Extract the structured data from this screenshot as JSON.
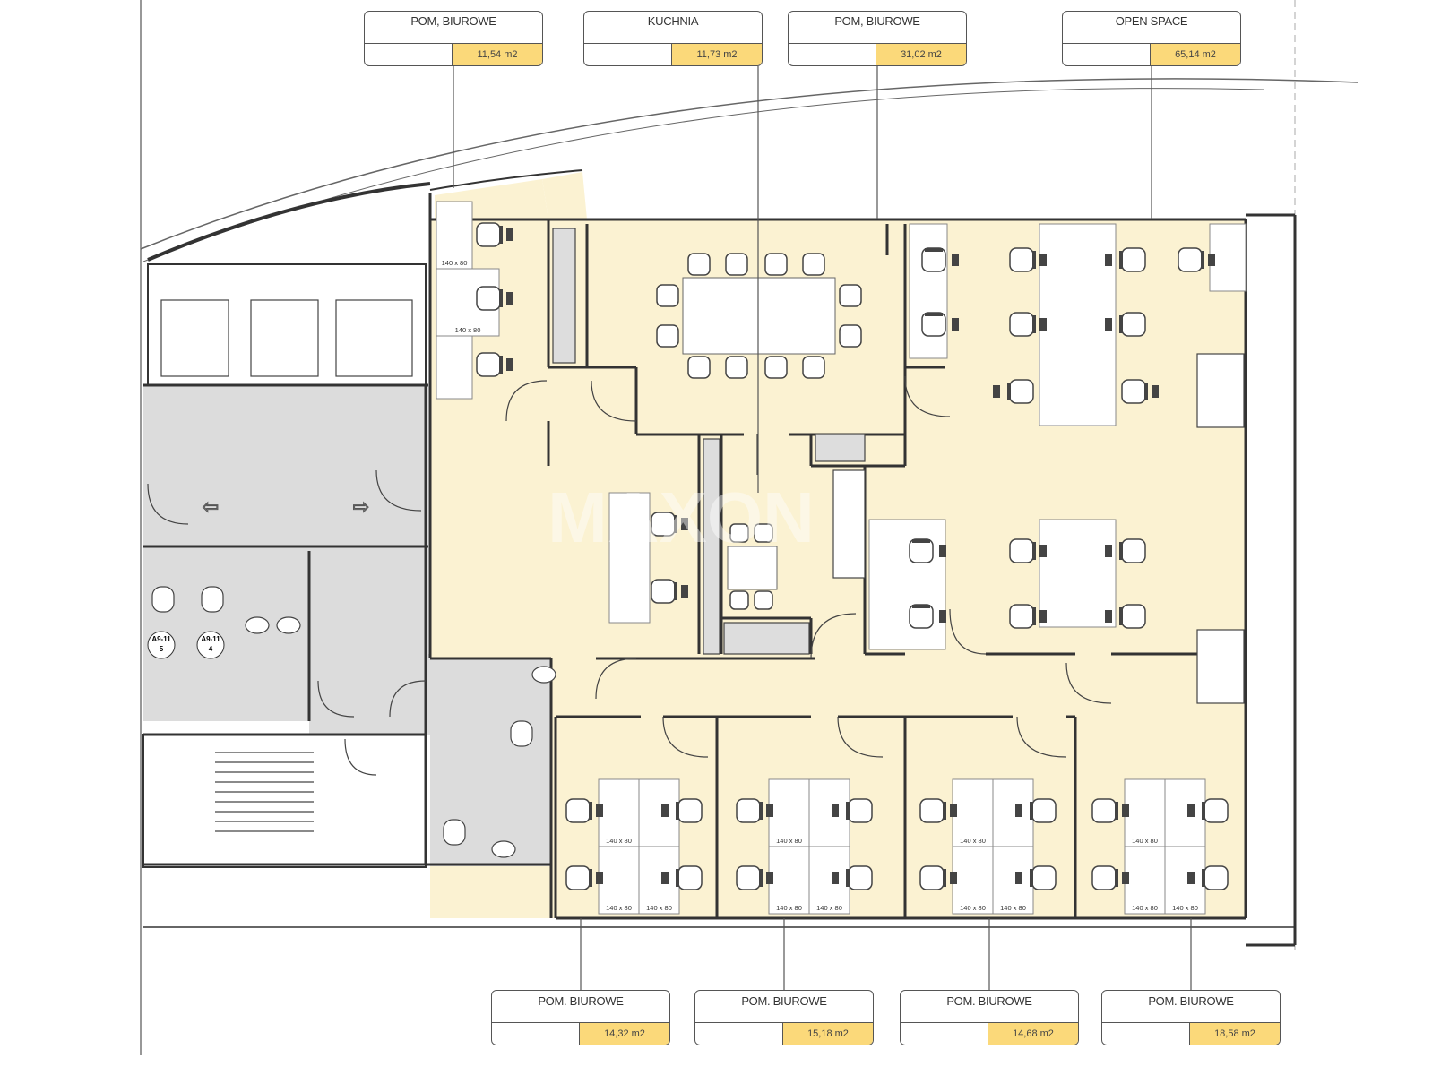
{
  "top_labels": [
    {
      "name": "POM, BIUROWE",
      "area": "11,54 m2"
    },
    {
      "name": "KUCHNIA",
      "area": "11,73 m2"
    },
    {
      "name": "POM, BIUROWE",
      "area": "31,02 m2"
    },
    {
      "name": "OPEN SPACE",
      "area": "65,14 m2"
    }
  ],
  "bottom_labels": [
    {
      "name": "POM. BIUROWE",
      "area": "14,32 m2"
    },
    {
      "name": "POM. BIUROWE",
      "area": "15,18 m2"
    },
    {
      "name": "POM. BIUROWE",
      "area": "14,68 m2"
    },
    {
      "name": "POM. BIUROWE",
      "area": "18,58 m2"
    }
  ],
  "desk_size": "140 x 80",
  "wc_labels": [
    {
      "line1": "A9-11",
      "line2": "5"
    },
    {
      "line1": "A9-11",
      "line2": "4"
    }
  ],
  "watermark": "MAXON",
  "colors": {
    "office_fill": "#fbf2d2",
    "core_fill": "#dcdcdc",
    "area_fill": "#fbd97a",
    "wall": "#333333"
  }
}
